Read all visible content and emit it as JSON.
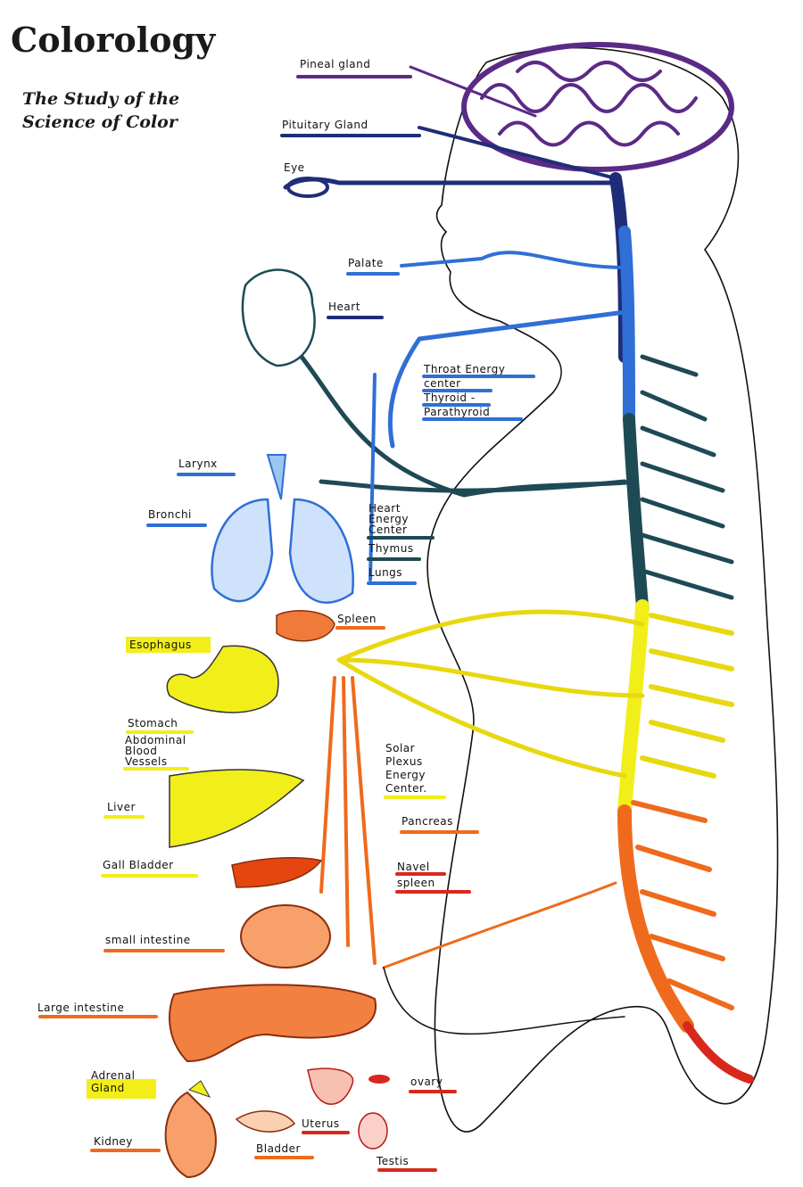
{
  "header": {
    "title": "Colorology",
    "subtitle_line1": "The Study of the",
    "subtitle_line2": "Science of Color"
  },
  "labels": {
    "pineal": "Pineal gland",
    "pituitary": "Pituitary Gland",
    "eye": "Eye",
    "palate": "Palate",
    "heart": "Heart",
    "throat1": "Throat Energy",
    "throat2": "center",
    "thyroid1": "Thyroid -",
    "thyroid2": "Parathyroid",
    "larynx": "Larynx",
    "bronchi": "Bronchi",
    "heart_energy1": "Heart",
    "heart_energy2": "Energy",
    "heart_energy3": "Center",
    "thymus": "Thymus",
    "lungs": "Lungs",
    "spleen": "Spleen",
    "esophagus": "Esophagus",
    "stomach": "Stomach",
    "abdominal1": "Abdominal",
    "abdominal2": "Blood",
    "abdominal3": "Vessels",
    "solar1": "Solar",
    "solar2": "Plexus",
    "solar3": "Energy",
    "solar4": "Center.",
    "liver": "Liver",
    "pancreas": "Pancreas",
    "gall": "Gall Bladder",
    "navel1": "Navel",
    "navel2": "spleen",
    "small_intestine": "small intestine",
    "large_intestine": "Large intestine",
    "adrenal1": "Adrenal",
    "adrenal2": "Gland",
    "ovary": "ovary",
    "uterus": "Uterus",
    "kidney": "Kidney",
    "bladder": "Bladder",
    "testis": "Testis"
  },
  "colors": {
    "violet": "#5b2a86",
    "indigo": "#1f2d78",
    "blue": "#2f6fd6",
    "teal": "#1e4a55",
    "yellow": "#f2ee1a",
    "orange": "#ef6a1c",
    "red": "#d8281c"
  }
}
